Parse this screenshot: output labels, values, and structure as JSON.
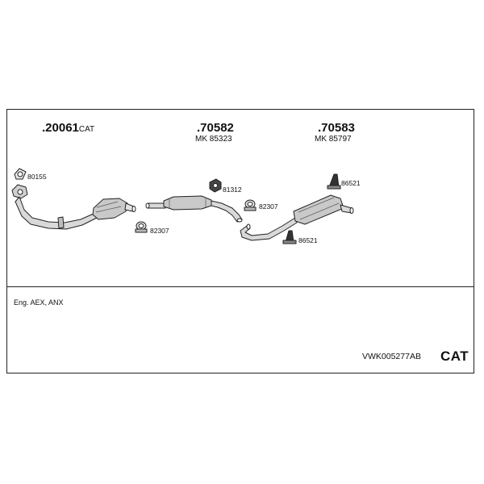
{
  "parts": [
    {
      "number": ".20061",
      "suffix": "CAT",
      "mk": ""
    },
    {
      "number": ".70582",
      "suffix": "",
      "mk": "MK  85323"
    },
    {
      "number": ".70583",
      "suffix": "",
      "mk": "MK  85797"
    }
  ],
  "callouts": {
    "c80155": "80155",
    "c82307a": "82307",
    "c81312": "81312",
    "c82307b": "82307",
    "c86521a": "86521",
    "c86521b": "86521"
  },
  "engine": "Eng. AEX, ANX",
  "kit_code": "VWK005277AB",
  "cat_label": "CAT"
}
